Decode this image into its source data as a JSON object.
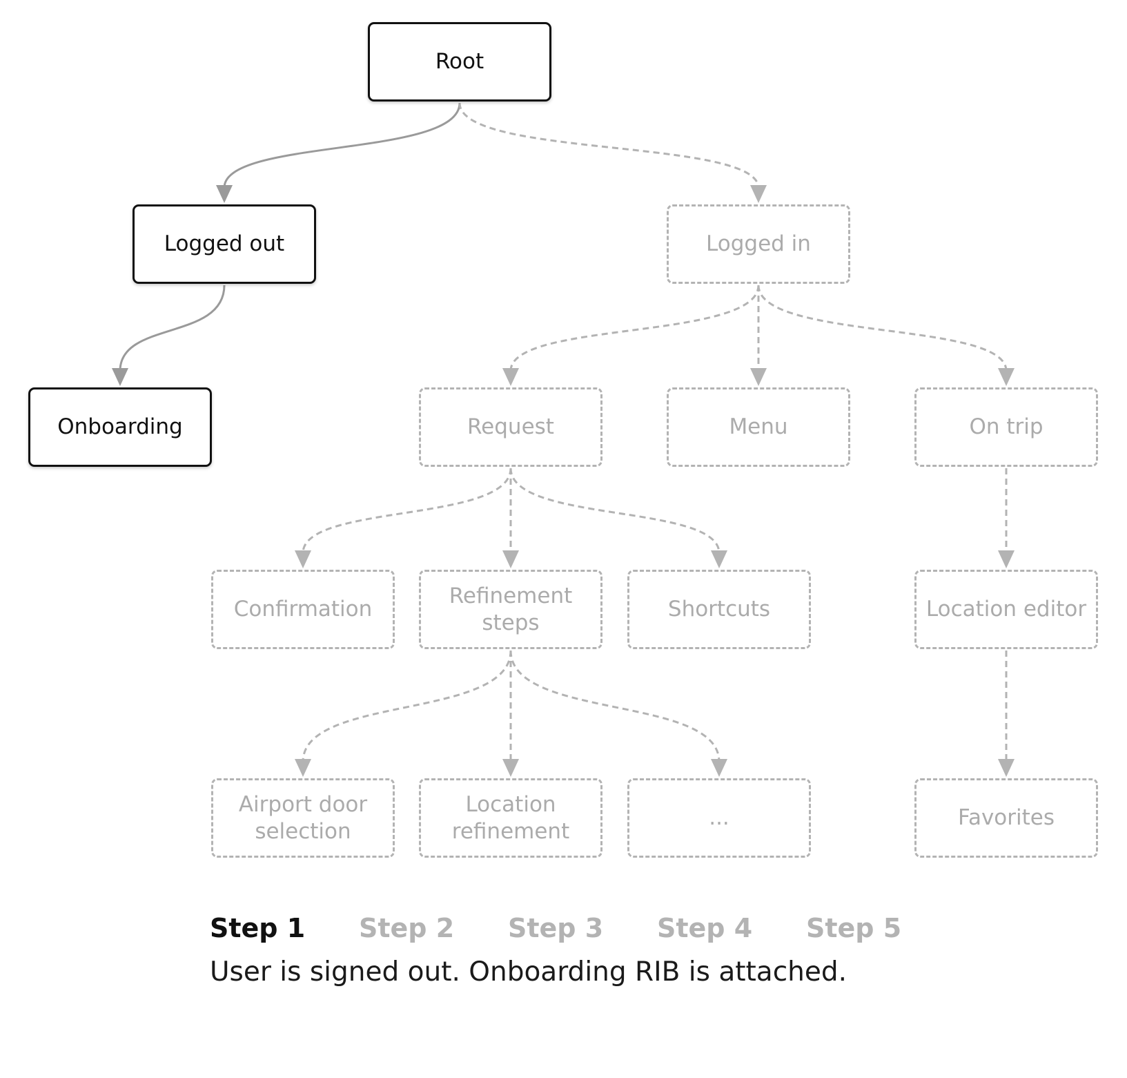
{
  "nodes": [
    {
      "id": "root",
      "label": "Root",
      "active": true
    },
    {
      "id": "logged-out",
      "label": "Logged out",
      "active": true
    },
    {
      "id": "onboarding",
      "label": "Onboarding",
      "active": true
    },
    {
      "id": "logged-in",
      "label": "Logged in",
      "active": false
    },
    {
      "id": "request",
      "label": "Request",
      "active": false
    },
    {
      "id": "menu",
      "label": "Menu",
      "active": false
    },
    {
      "id": "on-trip",
      "label": "On trip",
      "active": false
    },
    {
      "id": "confirmation",
      "label": "Confirmation",
      "active": false
    },
    {
      "id": "refinement-steps",
      "label": "Refinement\nsteps",
      "active": false
    },
    {
      "id": "shortcuts",
      "label": "Shortcuts",
      "active": false
    },
    {
      "id": "location-editor",
      "label": "Location editor",
      "active": false
    },
    {
      "id": "airport-door-selection",
      "label": "Airport door\nselection",
      "active": false
    },
    {
      "id": "location-refinement",
      "label": "Location\nrefinement",
      "active": false
    },
    {
      "id": "ellipsis",
      "label": "...",
      "active": false
    },
    {
      "id": "favorites",
      "label": "Favorites",
      "active": false
    }
  ],
  "edges": [
    {
      "from": "root",
      "to": "logged-out",
      "active": true
    },
    {
      "from": "logged-out",
      "to": "onboarding",
      "active": true
    },
    {
      "from": "root",
      "to": "logged-in",
      "active": false
    },
    {
      "from": "logged-in",
      "to": "request",
      "active": false
    },
    {
      "from": "logged-in",
      "to": "menu",
      "active": false
    },
    {
      "from": "logged-in",
      "to": "on-trip",
      "active": false
    },
    {
      "from": "request",
      "to": "confirmation",
      "active": false
    },
    {
      "from": "request",
      "to": "refinement-steps",
      "active": false
    },
    {
      "from": "request",
      "to": "shortcuts",
      "active": false
    },
    {
      "from": "on-trip",
      "to": "location-editor",
      "active": false
    },
    {
      "from": "refinement-steps",
      "to": "airport-door-selection",
      "active": false
    },
    {
      "from": "refinement-steps",
      "to": "location-refinement",
      "active": false
    },
    {
      "from": "refinement-steps",
      "to": "ellipsis",
      "active": false
    },
    {
      "from": "location-editor",
      "to": "favorites",
      "active": false
    }
  ],
  "steps": {
    "items": [
      "Step 1",
      "Step 2",
      "Step 3",
      "Step 4",
      "Step 5"
    ],
    "current": 0
  },
  "caption": "User is signed out. Onboarding RIB is attached.",
  "colors": {
    "active_border": "#111111",
    "active_edge": "#9a9a9a",
    "inactive": "#b3b3b3",
    "inactive_text": "#ababab"
  }
}
